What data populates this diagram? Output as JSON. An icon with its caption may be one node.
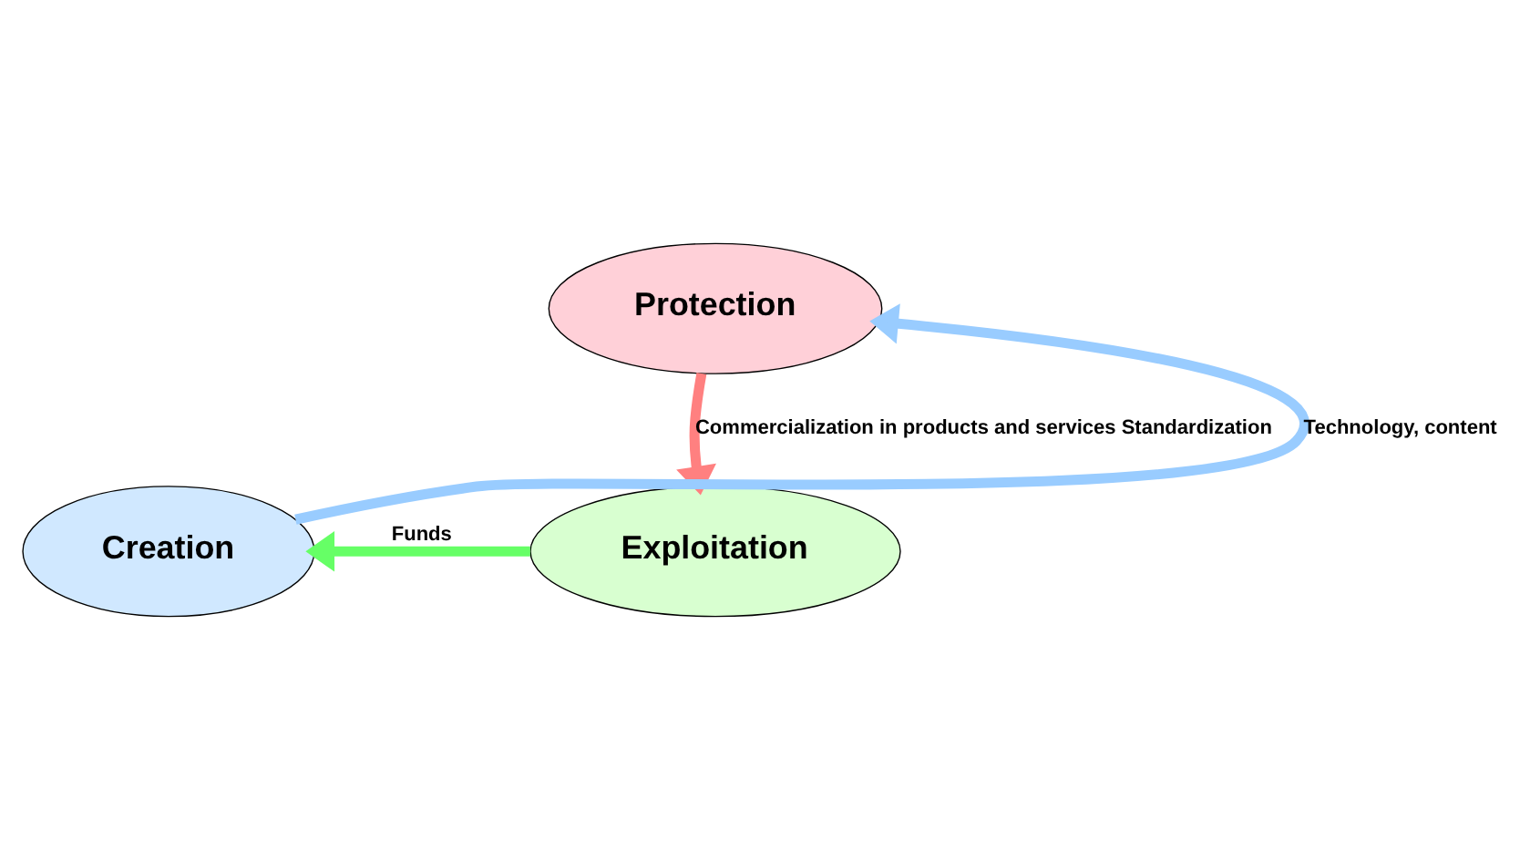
{
  "diagram": {
    "nodes": [
      {
        "text": [
          "Protection"
        ]
      },
      {
        "text": [
          "Creation"
        ]
      },
      {
        "text": [
          "Exploitation"
        ]
      }
    ],
    "edges": [
      {
        "from": 1,
        "to": 0,
        "arrow": "to",
        "label": "Technology, content",
        "color": "#99ccff"
      },
      {
        "from": 0,
        "to": 2,
        "arrow": "to",
        "label": "Commercialization in products and services Standardization",
        "color": "#ff8080"
      },
      {
        "from": 2,
        "to": 1,
        "arrow": "to",
        "label": "Funds",
        "color": "#66ff66"
      }
    ]
  }
}
